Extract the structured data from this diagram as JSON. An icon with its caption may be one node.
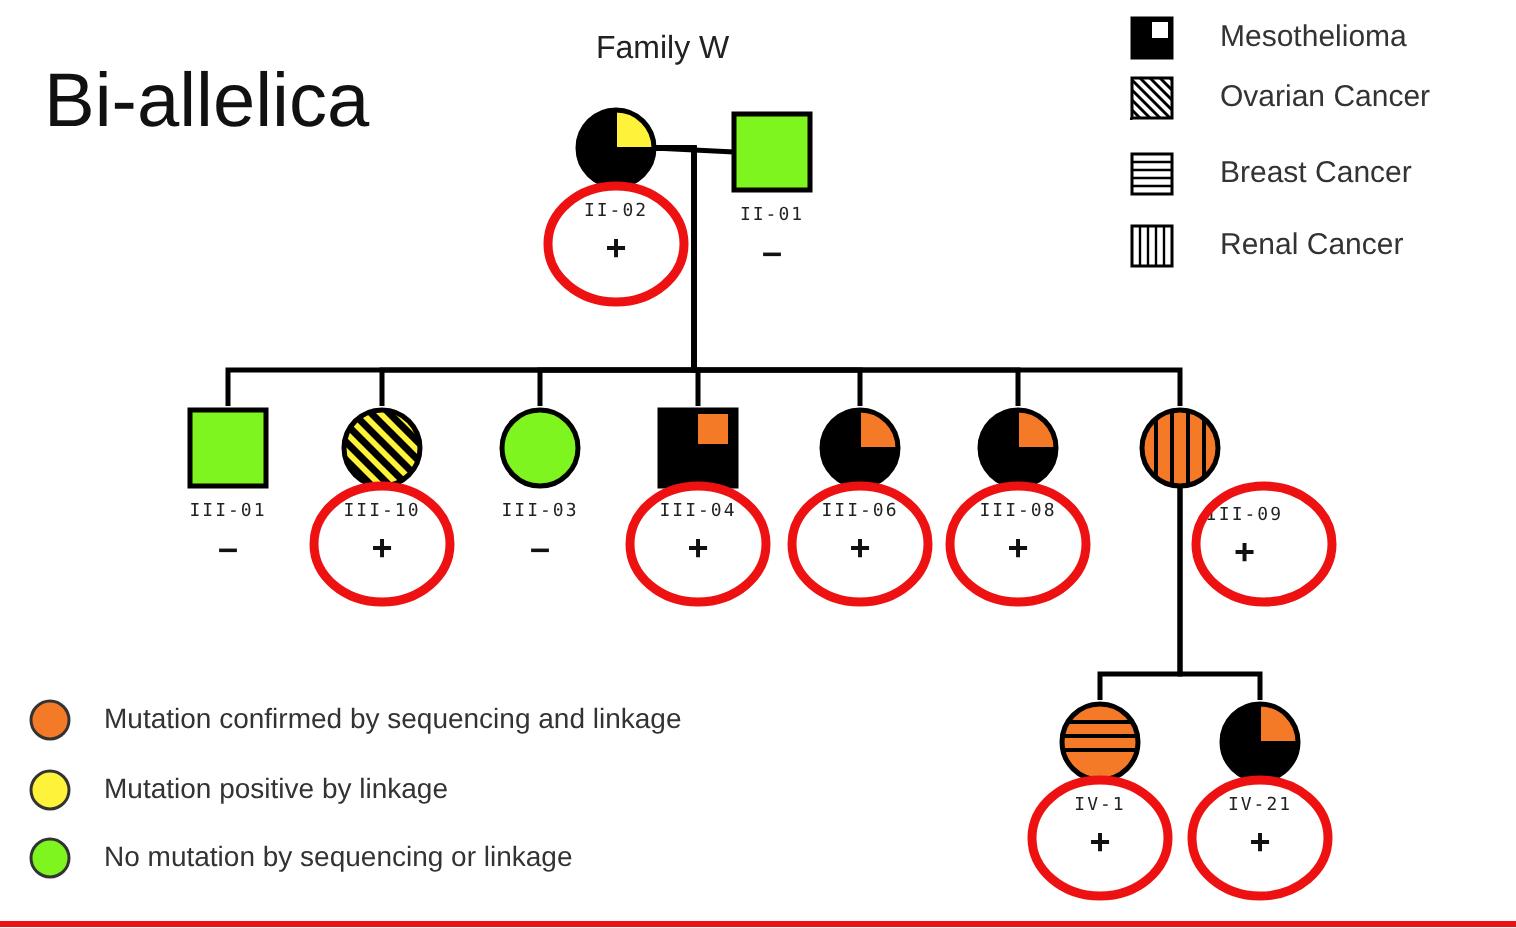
{
  "diagram": {
    "title": "Bi-allelica",
    "nodes": [
      {
        "text": [
          "II-02",
          "+"
        ]
      },
      {
        "text": [
          "II-01",
          "–"
        ]
      },
      {
        "text": [
          "III-01",
          "–"
        ]
      },
      {
        "text": [
          "III-10",
          "+"
        ]
      },
      {
        "text": [
          "III-03",
          "–"
        ]
      },
      {
        "text": [
          "III-04",
          "+"
        ]
      },
      {
        "text": [
          "III-06",
          "+"
        ]
      },
      {
        "text": [
          "III-08",
          "+"
        ]
      },
      {
        "text": [
          "III-09",
          "+"
        ]
      },
      {
        "text": [
          "IV-1",
          "+"
        ]
      },
      {
        "text": [
          "IV-21",
          "+"
        ]
      }
    ],
    "edges": [
      {
        "from": 0,
        "to": 1,
        "arrow": "none"
      },
      {
        "from": 0,
        "to": 2,
        "arrow": "none"
      },
      {
        "from": 0,
        "to": 3,
        "arrow": "none"
      },
      {
        "from": 0,
        "to": 4,
        "arrow": "none"
      },
      {
        "from": 0,
        "to": 5,
        "arrow": "none"
      },
      {
        "from": 0,
        "to": 6,
        "arrow": "none"
      },
      {
        "from": 0,
        "to": 7,
        "arrow": "none"
      },
      {
        "from": 0,
        "to": 8,
        "arrow": "none"
      },
      {
        "from": 8,
        "to": 9,
        "arrow": "none"
      },
      {
        "from": 8,
        "to": 10,
        "arrow": "none"
      }
    ],
    "labels": [
      "Family W"
    ],
    "legend": [
      {
        "text": "Mesothelioma"
      },
      {
        "text": "Ovarian Cancer"
      },
      {
        "text": "Breast Cancer"
      },
      {
        "text": "Renal Cancer"
      },
      {
        "text": "Mutation confirmed by sequencing and linkage",
        "color": "#f47a28"
      },
      {
        "text": "Mutation positive by linkage",
        "color": "#fff23a"
      },
      {
        "text": "No mutation by sequencing or linkage",
        "color": "#7ef51e"
      }
    ]
  }
}
